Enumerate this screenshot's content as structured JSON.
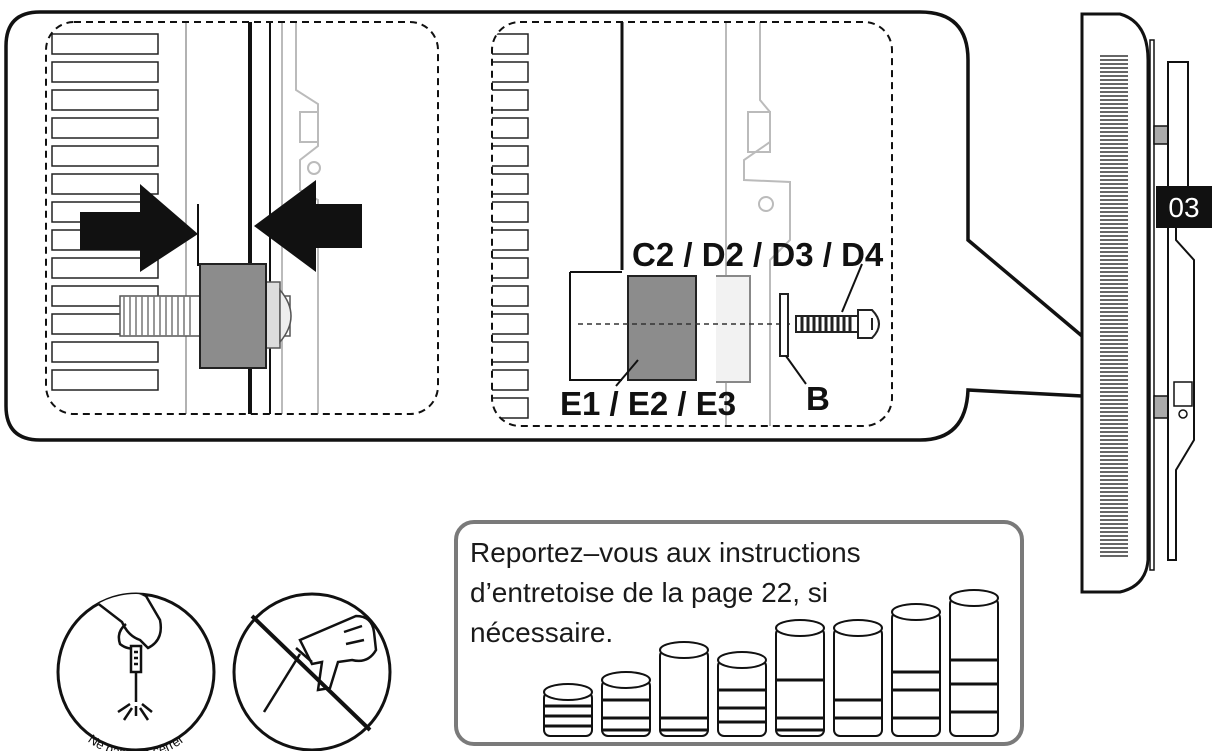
{
  "step": {
    "number": "03"
  },
  "labels": {
    "screw_parts": "C2 / D2 / D3 / D4",
    "spacer_parts": "E1 / E2 / E3",
    "washer_part": "B"
  },
  "warning": {
    "text": "Ne pas trop serrer"
  },
  "note": {
    "lines": [
      "Reportez–vous aux instructions",
      "d’entretoise de la page 22, si",
      "nécessaire."
    ]
  },
  "colors": {
    "line": "#111111",
    "spacer_fill": "#8c8c8c",
    "badge": "#111111",
    "note_border": "#7a7a7a"
  }
}
